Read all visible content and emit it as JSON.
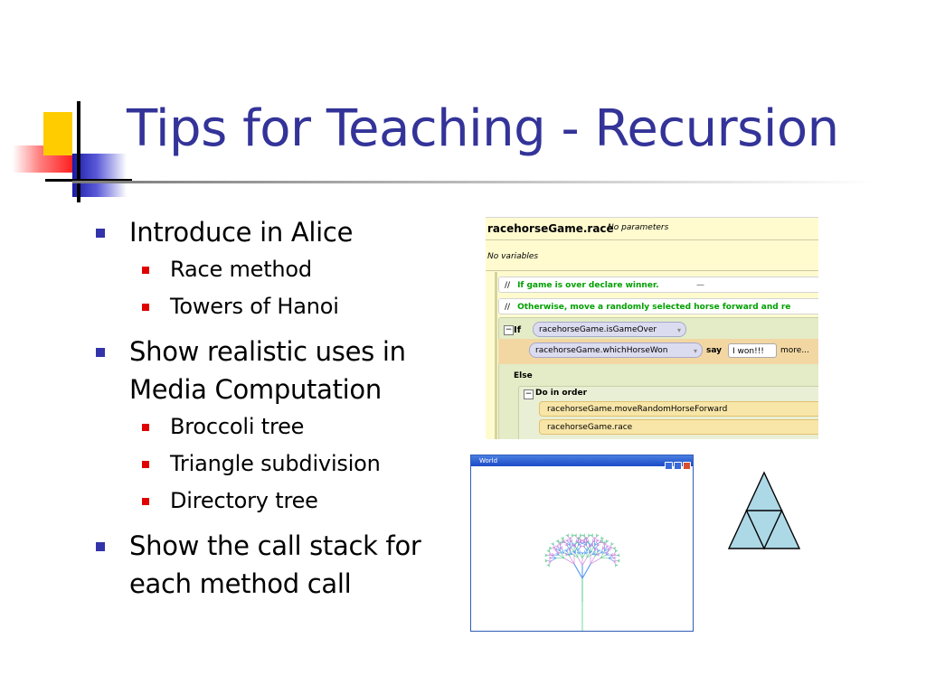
{
  "slide": {
    "title": "Tips for Teaching - Recursion",
    "bullets": [
      {
        "text": "Introduce in Alice",
        "subs": [
          "Race method",
          "Towers of Hanoi"
        ]
      },
      {
        "text": "Show realistic uses in Media Computation",
        "subs": [
          "Broccoli tree",
          "Triangle subdivision",
          "Directory tree"
        ]
      },
      {
        "text": "Show the call stack for each method call",
        "subs": []
      }
    ]
  },
  "alice": {
    "method_name": "racehorseGame.race",
    "no_parameters": "No parameters",
    "no_variables": "No variables",
    "comment_slash": "//",
    "comment1": "If game is over declare winner.",
    "comment2": "Otherwise, move a randomly selected horse forward and re",
    "minus": "−",
    "if_label": "If",
    "condition": "racehorseGame.isGameOver",
    "winner_call": "racehorseGame.whichHorseWon",
    "say_label": "say",
    "say_value": "I won!!!",
    "more_label": "more...",
    "else_label": "Else",
    "do_in_order": "Do in order",
    "call_move": "racehorseGame.moveRandomHorseForward",
    "call_race": "racehorseGame.race",
    "dropdown_glyph": "▾",
    "colors": {
      "background": "#fffbcf",
      "comment_text": "#00a000",
      "if_block": "#e3ecc6",
      "call": "#f8e6a8"
    }
  },
  "world": {
    "title": "World",
    "colors": {
      "trunk": "#88e0b0",
      "branch_1": "#cc88dd",
      "branch_2": "#66cc99",
      "leaf": "#5599ee"
    }
  },
  "triangle": {
    "fill": "#add8e6"
  },
  "theme": {
    "title_color": "#333399",
    "bullet_l1": "#3333aa",
    "bullet_l2": "#e00000"
  }
}
